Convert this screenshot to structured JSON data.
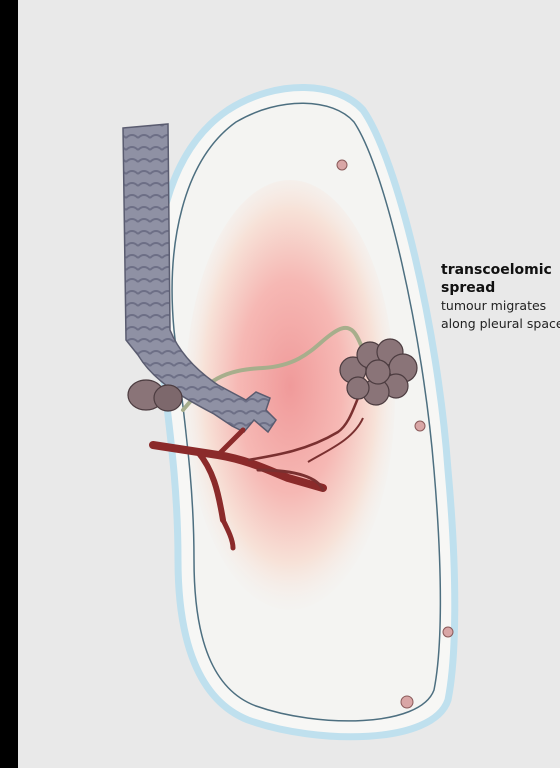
{
  "annotation": {
    "title": "transcoelomic spread",
    "description": "tumour migrates along pleural space"
  },
  "colors": {
    "background": "#000000",
    "panel": "#e9e9e9",
    "pleura_fill": "#bfe0ee",
    "pleura_stroke": "#4d6f80",
    "tumour_core": "#f0a0a0",
    "bronchus": "#8c8ea0",
    "artery": "#8b2a2a",
    "lymph_vessel": "#a9b08e",
    "tumour_mass": "#8a7478"
  },
  "icons": [
    "lung-diagram"
  ]
}
